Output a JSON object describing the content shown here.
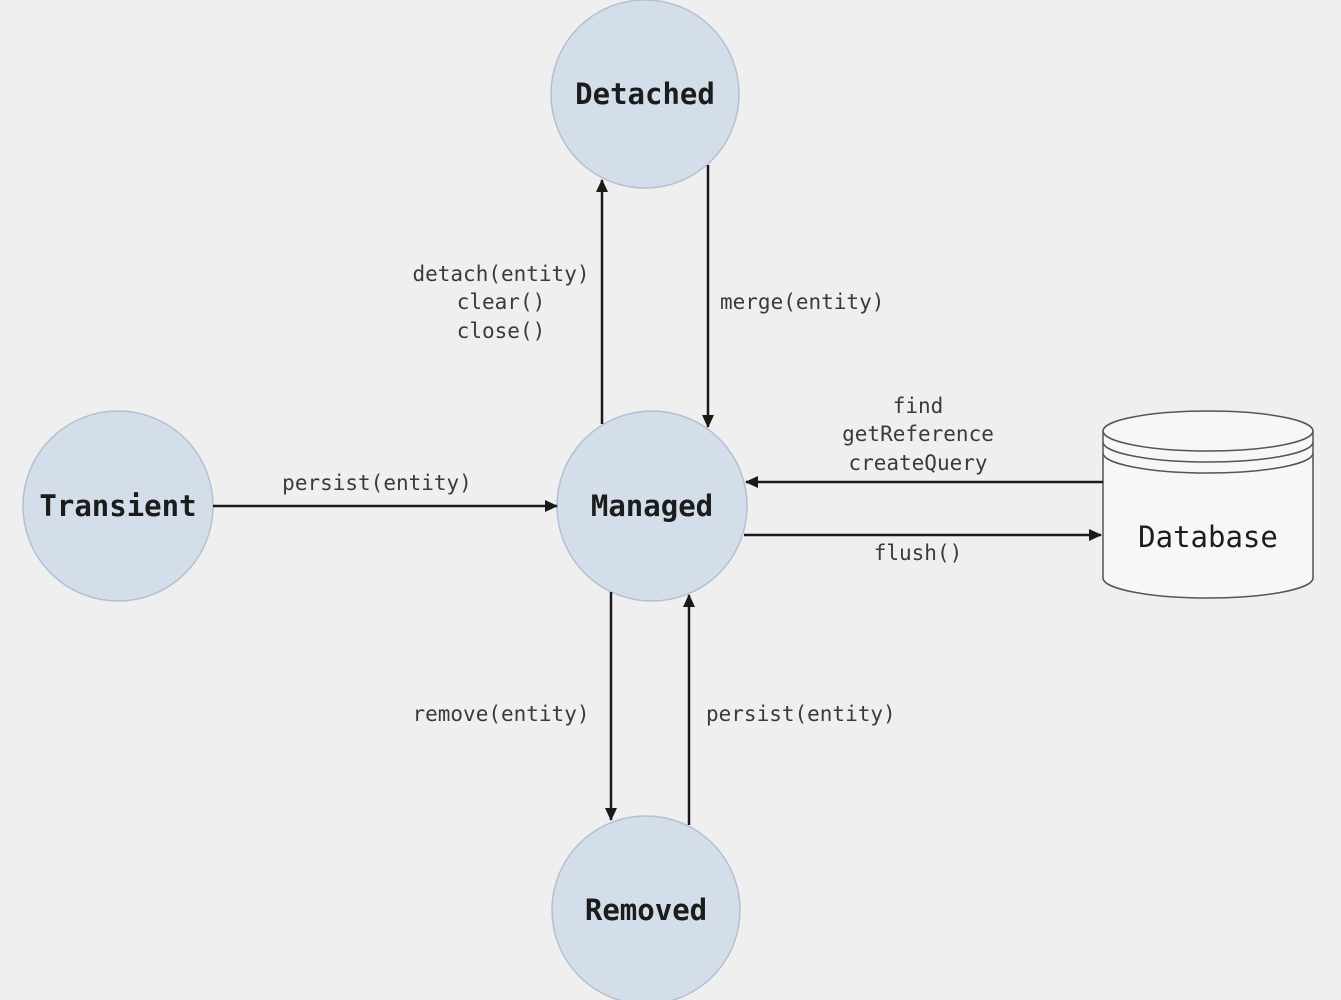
{
  "states": {
    "detached": "Detached",
    "managed": "Managed",
    "transient": "Transient",
    "removed": "Removed"
  },
  "database": {
    "label": "Database"
  },
  "transitions": {
    "managed_to_detached": [
      "detach(entity)",
      "clear()",
      "close()"
    ],
    "detached_to_managed": "merge(entity)",
    "transient_to_managed": "persist(entity)",
    "database_to_managed": [
      "find",
      "getReference",
      "createQuery"
    ],
    "managed_to_database": "flush()",
    "managed_to_removed": "remove(entity)",
    "removed_to_managed": "persist(entity)"
  }
}
